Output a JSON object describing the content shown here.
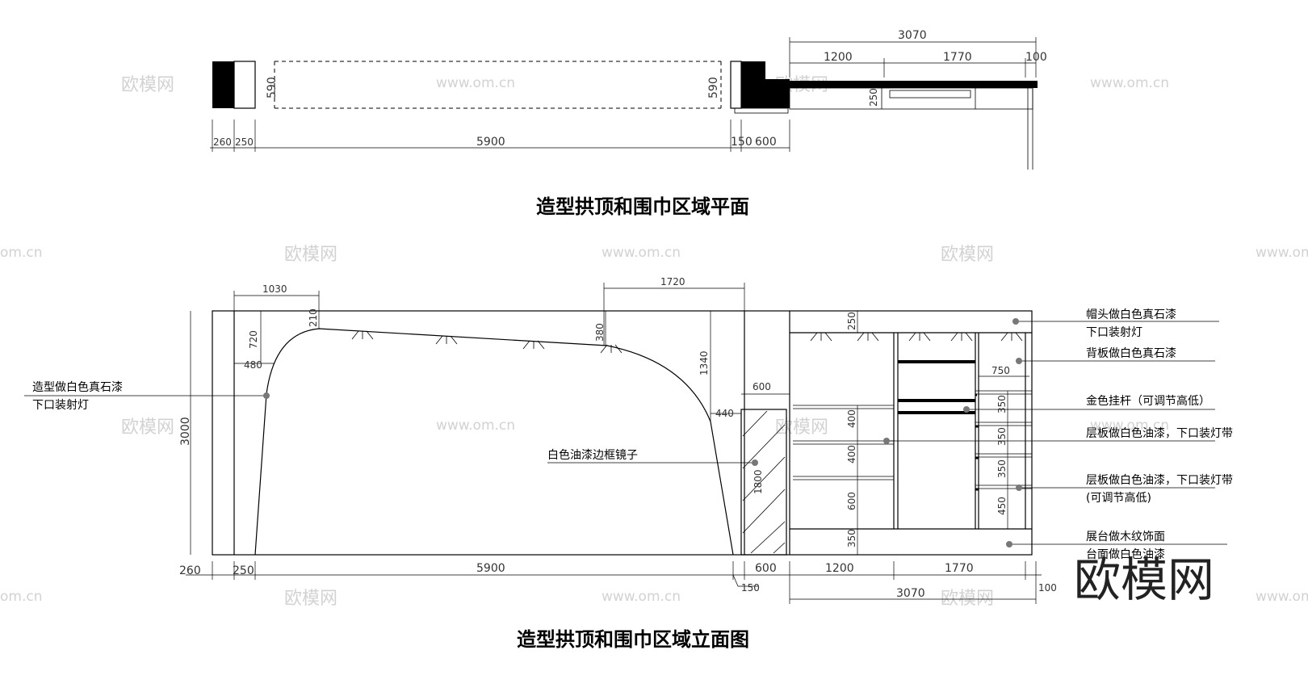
{
  "plan": {
    "title": "造型拱顶和围巾区域平面",
    "dims": {
      "d3070": "3070",
      "d1200": "1200",
      "d1770": "1770",
      "d100": "100",
      "d590_left": "590",
      "d590_right": "590",
      "d250": "250",
      "d260": "260",
      "d250b": "250",
      "d5900": "5900",
      "d150": "150",
      "d600": "600"
    }
  },
  "elevation": {
    "title": "造型拱顶和围巾区域立面图",
    "dims": {
      "d1030": "1030",
      "d1720": "1720",
      "d210": "210",
      "d720": "720",
      "d480": "480",
      "d380": "380",
      "d1340": "1340",
      "d3000": "3000",
      "d600_top": "600",
      "d440": "440",
      "d1800": "1800",
      "d250_top": "250",
      "d750": "750",
      "d400a": "400",
      "d400b": "400",
      "d600v": "600",
      "d350v": "350",
      "d350a": "350",
      "d350b": "350",
      "d350c": "350",
      "d450": "450",
      "b260": "260",
      "b250": "250",
      "b5900": "5900",
      "b600": "600",
      "b1200": "1200",
      "b1770": "1770",
      "b150": "150",
      "b3070": "3070",
      "b100": "100"
    },
    "notes": {
      "left_1": "造型做白色真石漆",
      "left_2": "下口装射灯",
      "mirror": "白色油漆边框镜子",
      "r1_1": "帽头做白色真石漆",
      "r1_2": "下口装射灯",
      "r2": "背板做白色真石漆",
      "r3": "金色挂杆（可调节高低）",
      "r4": "层板做白色油漆，下口装灯带",
      "r5_1": "层板做白色油漆，下口装灯带",
      "r5_2": "(可调节高低)",
      "r6_1": "展台做木纹饰面",
      "r6_2": "台面做白色油漆"
    }
  },
  "watermark": {
    "brand": "欧模网",
    "url": "www.om.cn",
    "url_partial": "om.cn"
  }
}
